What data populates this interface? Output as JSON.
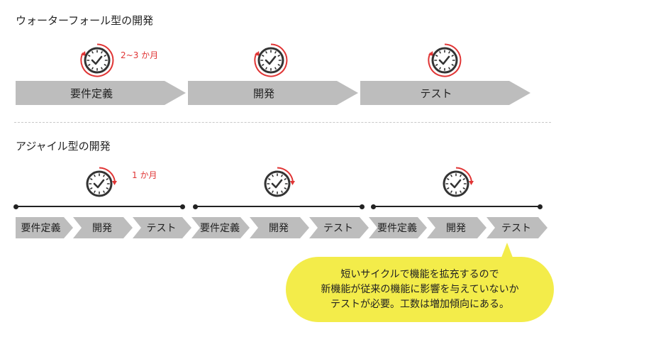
{
  "waterfall": {
    "title": "ウォーターフォール型の開発",
    "duration": "2~3 か月",
    "phases": [
      "要件定義",
      "開発",
      "テスト"
    ]
  },
  "agile": {
    "title": "アジャイル型の開発",
    "duration": "1 か月",
    "iterations": [
      {
        "phases": [
          "要件定義",
          "開発",
          "テスト"
        ]
      },
      {
        "phases": [
          "要件定義",
          "開発",
          "テスト"
        ]
      },
      {
        "phases": [
          "要件定義",
          "開発",
          "テスト"
        ]
      }
    ]
  },
  "callout": {
    "lines": [
      "短いサイクルで機能を拡充するので",
      "新機能が従来の機能に影響を与えていないか",
      "テストが必要。工数は増加傾向にある。"
    ]
  },
  "colors": {
    "chevron": "#bdbdbd",
    "accent_red": "#e03535",
    "bubble": "#f3ec4a",
    "text": "#222222"
  },
  "icons": [
    "clock-icon"
  ]
}
